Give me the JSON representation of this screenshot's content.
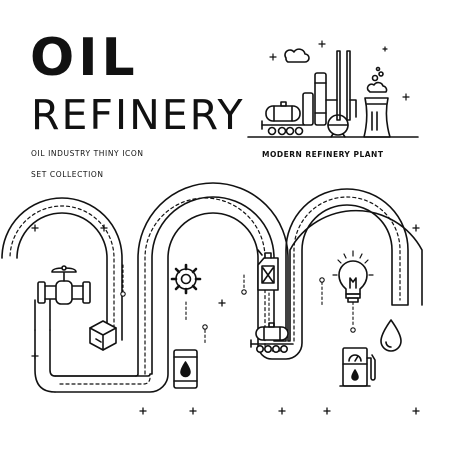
{
  "title": {
    "line1": "OIL",
    "line2": "REFINERY"
  },
  "subtitle": {
    "line1": "OIL INDUSTRY THINY ICON",
    "line2": "SET COLLECTION"
  },
  "plant": {
    "caption": "MODERN REFINERY PLANT"
  },
  "colors": {
    "ink": "#111111",
    "background": "#ffffff"
  },
  "icons": [
    "pipe-valve-icon",
    "cube-icon",
    "gear-icon",
    "oil-barrel-icon",
    "jerrycan-icon",
    "tank-wagon-icon",
    "light-bulb-icon",
    "oil-drop-icon",
    "fuel-pump-icon",
    "refinery-plant-icon",
    "cloud-icon"
  ]
}
